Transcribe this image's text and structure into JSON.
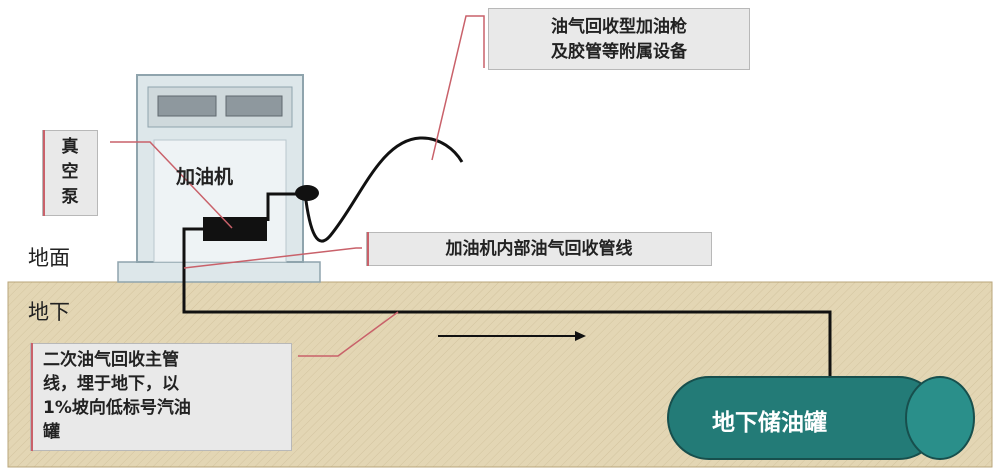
{
  "labels": {
    "nozzle": "油气回收型加油枪\n及胶管等附属设备",
    "pump": "真\n空\n泵",
    "dispenser": "加油机",
    "internal_line": "加油机内部油气回收管线",
    "ground": "地面",
    "underground": "地下",
    "main_line": "二次油气回收主管\n线，埋于地下，以\n1%坡向低标号汽油\n罐",
    "tank": "地下储油罐"
  },
  "colors": {
    "soil": "#e3d6b4",
    "tank_fill": "#237b77",
    "dispenser_fill": "#dde7ea",
    "dispenser_screen": "#8e989e",
    "pipe": "#111111",
    "leader": "#c9616a",
    "label_bg": "#e9e9e9"
  }
}
